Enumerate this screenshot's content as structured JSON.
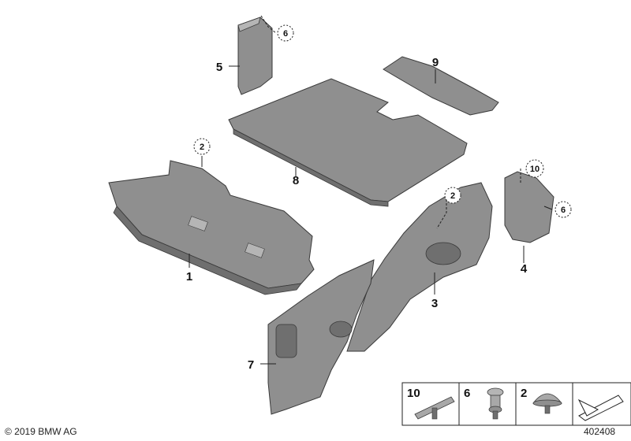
{
  "diagram": {
    "copyright": "© 2019 BMW AG",
    "diagram_number": "402408",
    "callouts": {
      "part1": "1",
      "part2_left": "2",
      "part2_mid": "2",
      "part3": "3",
      "part4": "4",
      "part5": "5",
      "part6_top": "6",
      "part6_right": "6",
      "part7": "7",
      "part8": "8",
      "part9": "9",
      "part10": "10"
    },
    "legend": {
      "item10": "10",
      "item6": "6",
      "item2": "2"
    }
  },
  "colors": {
    "part_fill": "#8f8f8f",
    "part_fill_dark": "#6f6f6f",
    "part_stroke": "#3a3a3a",
    "line": "#222222"
  }
}
